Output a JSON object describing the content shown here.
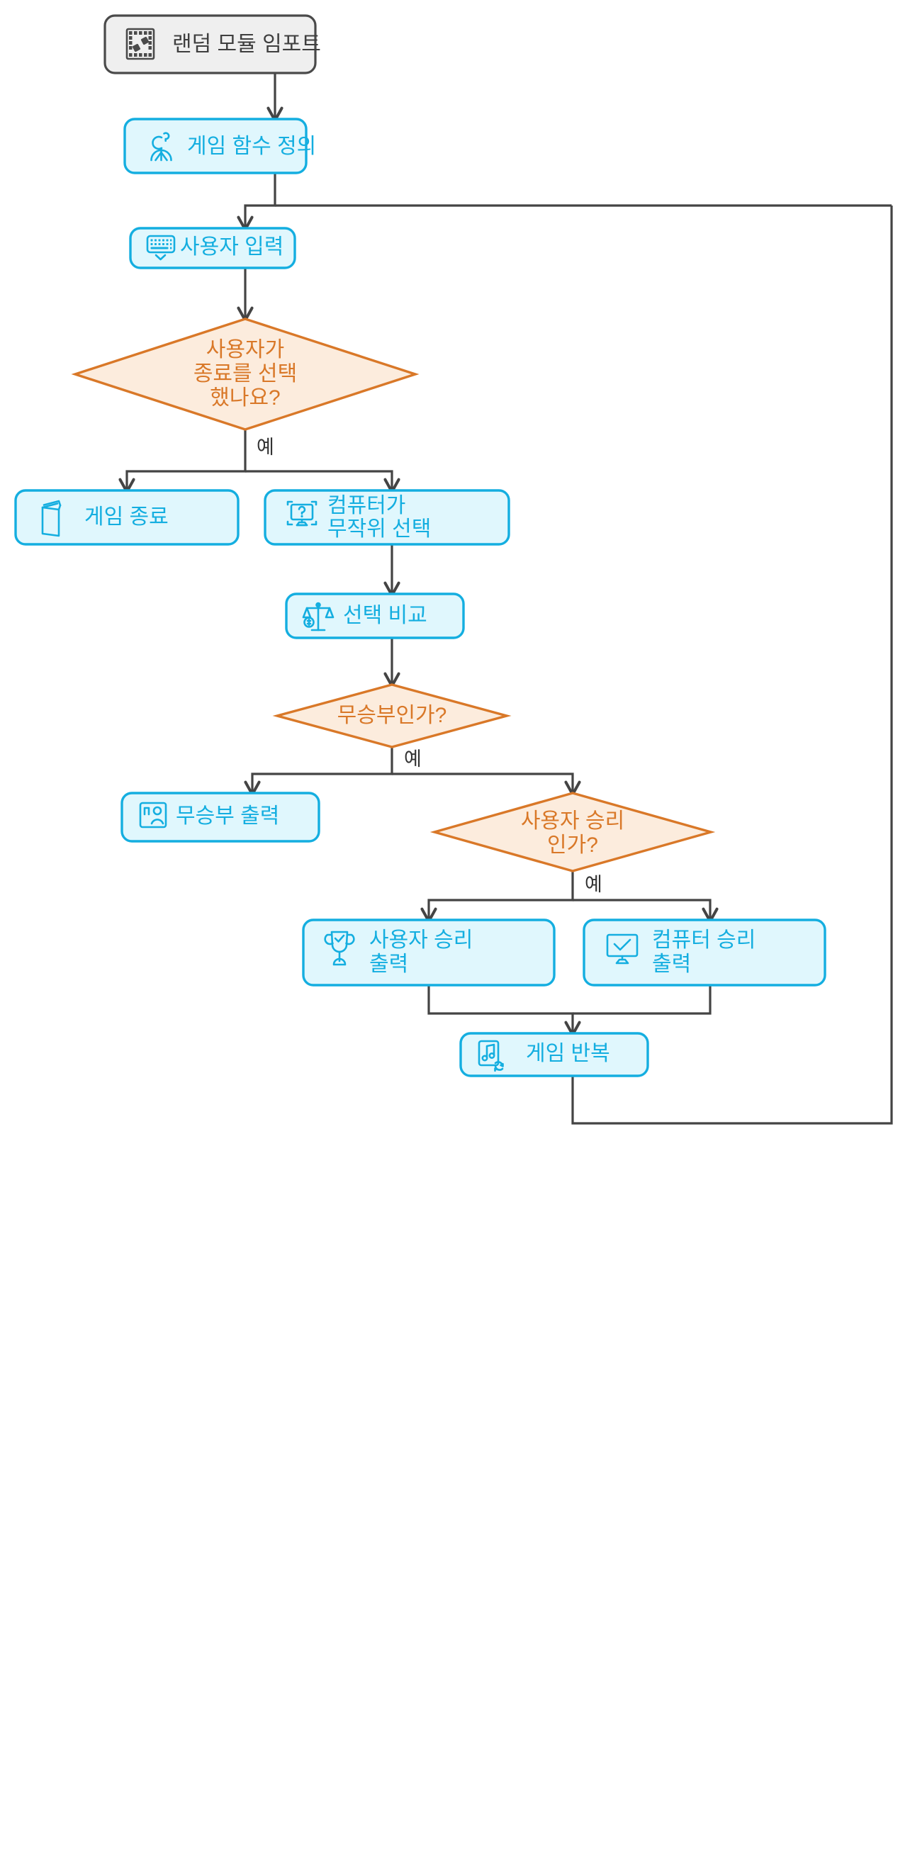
{
  "diagram": {
    "title": "Rock Paper Scissors Game Flowchart",
    "type": "flowchart",
    "direction": "top-down",
    "background": "#ffffff",
    "colors": {
      "start_fill": "#efefef",
      "start_stroke": "#4a4a4a",
      "start_text": "#3f3f3f",
      "process_fill": "#e0f7fd",
      "process_stroke": "#14aee0",
      "process_text": "#14aee0",
      "decision_fill": "#fcecdd",
      "decision_stroke": "#d97828",
      "decision_text": "#d97828",
      "edge": "#444444",
      "edge_label_text": "#333333"
    }
  },
  "nodes": {
    "import_random": {
      "id": "import_random",
      "label": "랜덤 모듈 임포트",
      "shape": "rounded-rect",
      "style": "start",
      "icon": "dice-module-icon"
    },
    "define_game_fn": {
      "id": "define_game_fn",
      "label": "게임 함수 정의",
      "shape": "rounded-rect",
      "style": "process",
      "icon": "function-person-icon"
    },
    "user_input": {
      "id": "user_input",
      "label": "사용자 입력",
      "shape": "rounded-rect",
      "style": "process",
      "icon": "keyboard-icon"
    },
    "quit_decision": {
      "id": "quit_decision",
      "label_lines": [
        "사용자가",
        "종료를 선택",
        "했나요?"
      ],
      "shape": "diamond",
      "style": "decision"
    },
    "end_game": {
      "id": "end_game",
      "label": "게임 종료",
      "shape": "rounded-rect",
      "style": "process",
      "icon": "book-icon"
    },
    "computer_pick": {
      "id": "computer_pick",
      "label_lines": [
        "컴퓨터가",
        "무작위 선택"
      ],
      "shape": "rounded-rect",
      "style": "process",
      "icon": "monitor-question-icon"
    },
    "compare_choices": {
      "id": "compare_choices",
      "label": "선택 비교",
      "shape": "rounded-rect",
      "style": "process",
      "icon": "balance-scale-icon"
    },
    "draw_decision": {
      "id": "draw_decision",
      "label_lines": [
        "무승부인가?"
      ],
      "shape": "diamond",
      "style": "decision"
    },
    "print_draw": {
      "id": "print_draw",
      "label": "무승부 출력",
      "shape": "rounded-rect",
      "style": "process",
      "icon": "id-card-icon"
    },
    "user_win_decision": {
      "id": "user_win_decision",
      "label_lines": [
        "사용자 승리",
        "인가?"
      ],
      "shape": "diamond",
      "style": "decision"
    },
    "print_user_win": {
      "id": "print_user_win",
      "label_lines": [
        "사용자 승리",
        "출력"
      ],
      "shape": "rounded-rect",
      "style": "process",
      "icon": "trophy-check-icon"
    },
    "print_computer_win": {
      "id": "print_computer_win",
      "label_lines": [
        "컴퓨터 승리",
        "출력"
      ],
      "shape": "rounded-rect",
      "style": "process",
      "icon": "monitor-check-icon"
    },
    "repeat_game": {
      "id": "repeat_game",
      "label": "게임 반복",
      "shape": "rounded-rect",
      "style": "process",
      "icon": "music-repeat-icon"
    }
  },
  "edges": [
    {
      "from": "import_random",
      "to": "define_game_fn",
      "label": ""
    },
    {
      "from": "define_game_fn",
      "to": "user_input",
      "label": ""
    },
    {
      "from": "user_input",
      "to": "quit_decision",
      "label": ""
    },
    {
      "from": "quit_decision",
      "to": "end_game",
      "label": "예"
    },
    {
      "from": "quit_decision",
      "to": "computer_pick",
      "label": ""
    },
    {
      "from": "computer_pick",
      "to": "compare_choices",
      "label": ""
    },
    {
      "from": "compare_choices",
      "to": "draw_decision",
      "label": ""
    },
    {
      "from": "draw_decision",
      "to": "print_draw",
      "label": "예"
    },
    {
      "from": "draw_decision",
      "to": "user_win_decision",
      "label": ""
    },
    {
      "from": "user_win_decision",
      "to": "print_user_win",
      "label": "예"
    },
    {
      "from": "user_win_decision",
      "to": "print_computer_win",
      "label": ""
    },
    {
      "from": "print_user_win",
      "to": "repeat_game",
      "label": ""
    },
    {
      "from": "print_computer_win",
      "to": "repeat_game",
      "label": ""
    },
    {
      "from": "repeat_game",
      "to": "user_input",
      "label": ""
    }
  ],
  "edge_labels": {
    "quit_yes": "예",
    "draw_yes": "예",
    "user_win_yes": "예"
  }
}
